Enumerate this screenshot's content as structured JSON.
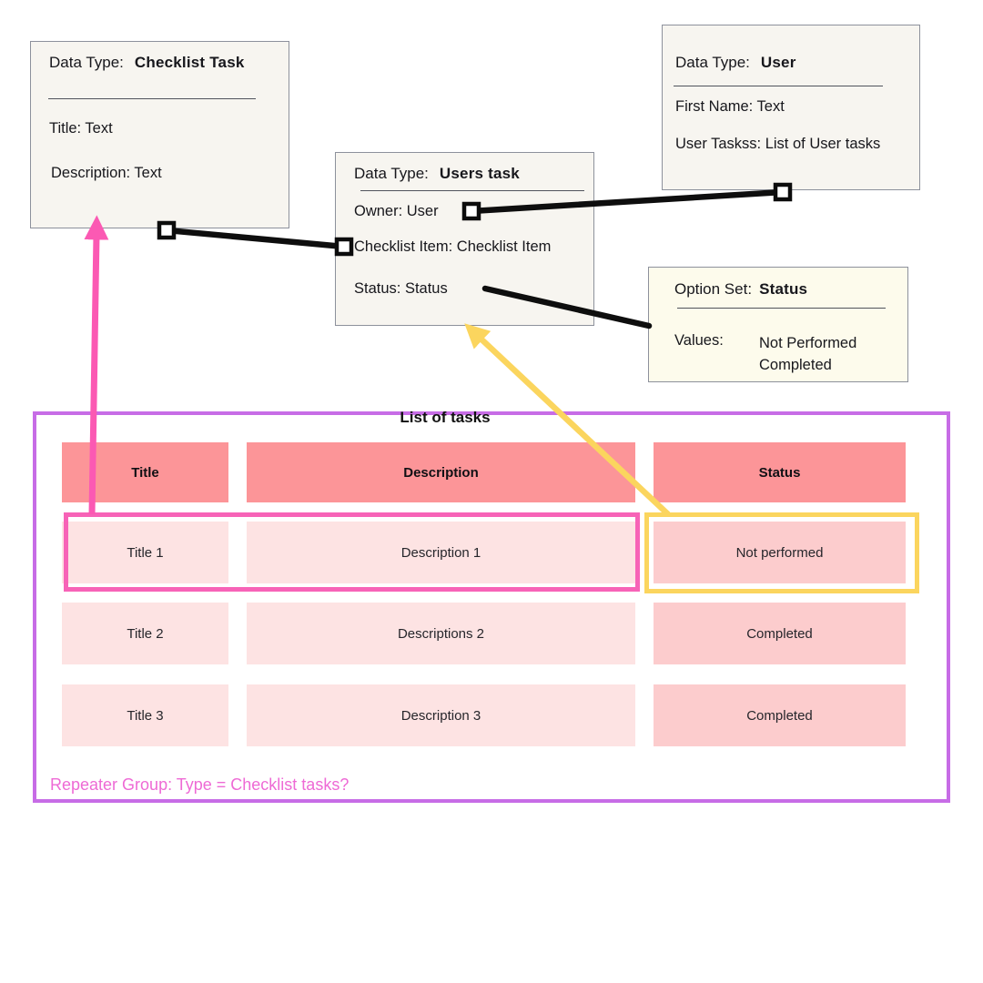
{
  "boxes": {
    "checklist_task": {
      "label": "Data Type:",
      "name": "Checklist Task",
      "fields": [
        "Title: Text",
        "Description: Text"
      ]
    },
    "user": {
      "label": "Data Type:",
      "name": "User",
      "fields": [
        "First Name: Text",
        "User Taskss: List of User tasks"
      ]
    },
    "users_task": {
      "label": "Data Type:",
      "name": "Users task",
      "fields": [
        "Owner:  User",
        "Checklist Item:  Checklist Item",
        "Status:  Status"
      ]
    },
    "option_set": {
      "label": "Option Set:",
      "name": "Status",
      "values_label": "Values:",
      "values": [
        "Not Performed",
        "Completed"
      ]
    }
  },
  "table": {
    "title": "List of tasks",
    "columns": [
      "Title",
      "Description",
      "Status"
    ],
    "rows": [
      [
        "Title 1",
        "Description 1",
        "Not performed"
      ],
      [
        "Title 2",
        "Descriptions 2",
        "Completed"
      ],
      [
        "Title 3",
        "Description 3",
        "Completed"
      ]
    ],
    "repeater_label": "Repeater Group: Type = Checklist tasks?"
  },
  "colors": {
    "box_background": "#f7f5f0",
    "option_set_background": "#fdfbec",
    "box_border": "#8d919c",
    "header_cell": "#fc9598",
    "row_cell": "#fde3e3",
    "status_cell": "#fccccd",
    "repeater_border": "#c76ce6",
    "row_highlight_border": "#f763b7",
    "status_highlight_border": "#fbd55e",
    "pink_arrow": "#fb59b3",
    "yellow_arrow": "#fbd55e",
    "connector_line": "#0e0e0e",
    "repeater_label_text": "#ee6ad5"
  }
}
